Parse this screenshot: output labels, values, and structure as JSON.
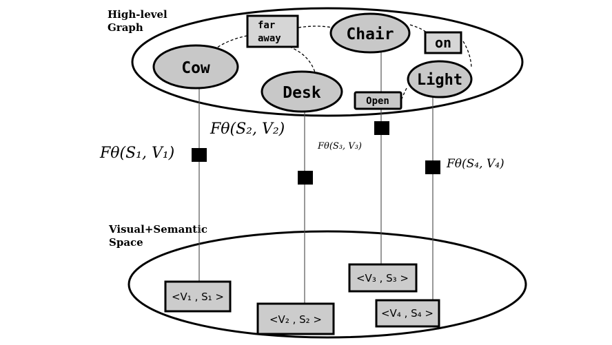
{
  "regions": {
    "high_level_label_line1": "High-level",
    "high_level_label_line2": "Graph",
    "visual_label_line1": "Visual+Semantic",
    "visual_label_line2": "Space"
  },
  "nodes": {
    "cow": "Cow",
    "desk": "Desk",
    "chair": "Chair",
    "light": "Light"
  },
  "relations": {
    "far_away_line1": "far",
    "far_away_line2": "away",
    "on": "on",
    "open": "Open"
  },
  "functions": {
    "f1": "Fθ(S₁, V₁)",
    "f2": "Fθ(S₂, V₂)",
    "f3": "Fθ(S₃, V₃)",
    "f4": "Fθ(S₄, V₄)"
  },
  "pairs": {
    "p1": "<V₁ , S₁ >",
    "p2": "<V₂ , S₂ >",
    "p3": "<V₃ , S₃ >",
    "p4": "<V₄ , S₄ >"
  },
  "colors": {
    "node_fill": "#c8c8c8",
    "relation_fill": "#d6d6d6",
    "stroke": "#000000"
  }
}
